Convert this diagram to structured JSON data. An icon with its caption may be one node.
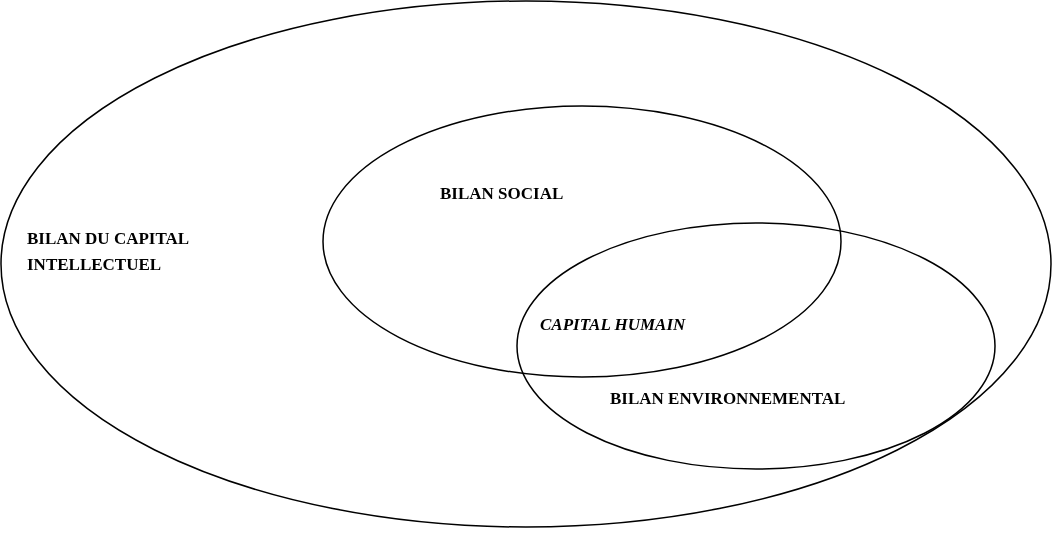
{
  "diagram": {
    "nodes": [
      {
        "text": [
          "BILAN DU CAPITAL INTELLECTUEL"
        ]
      },
      {
        "text": [
          "BILAN SOCIAL"
        ],
        "in": 0
      },
      {
        "text": [
          "BILAN ENVIRONNEMENTAL"
        ],
        "in": 0
      }
    ],
    "labels": [
      "CAPITAL HUMAIN"
    ]
  }
}
